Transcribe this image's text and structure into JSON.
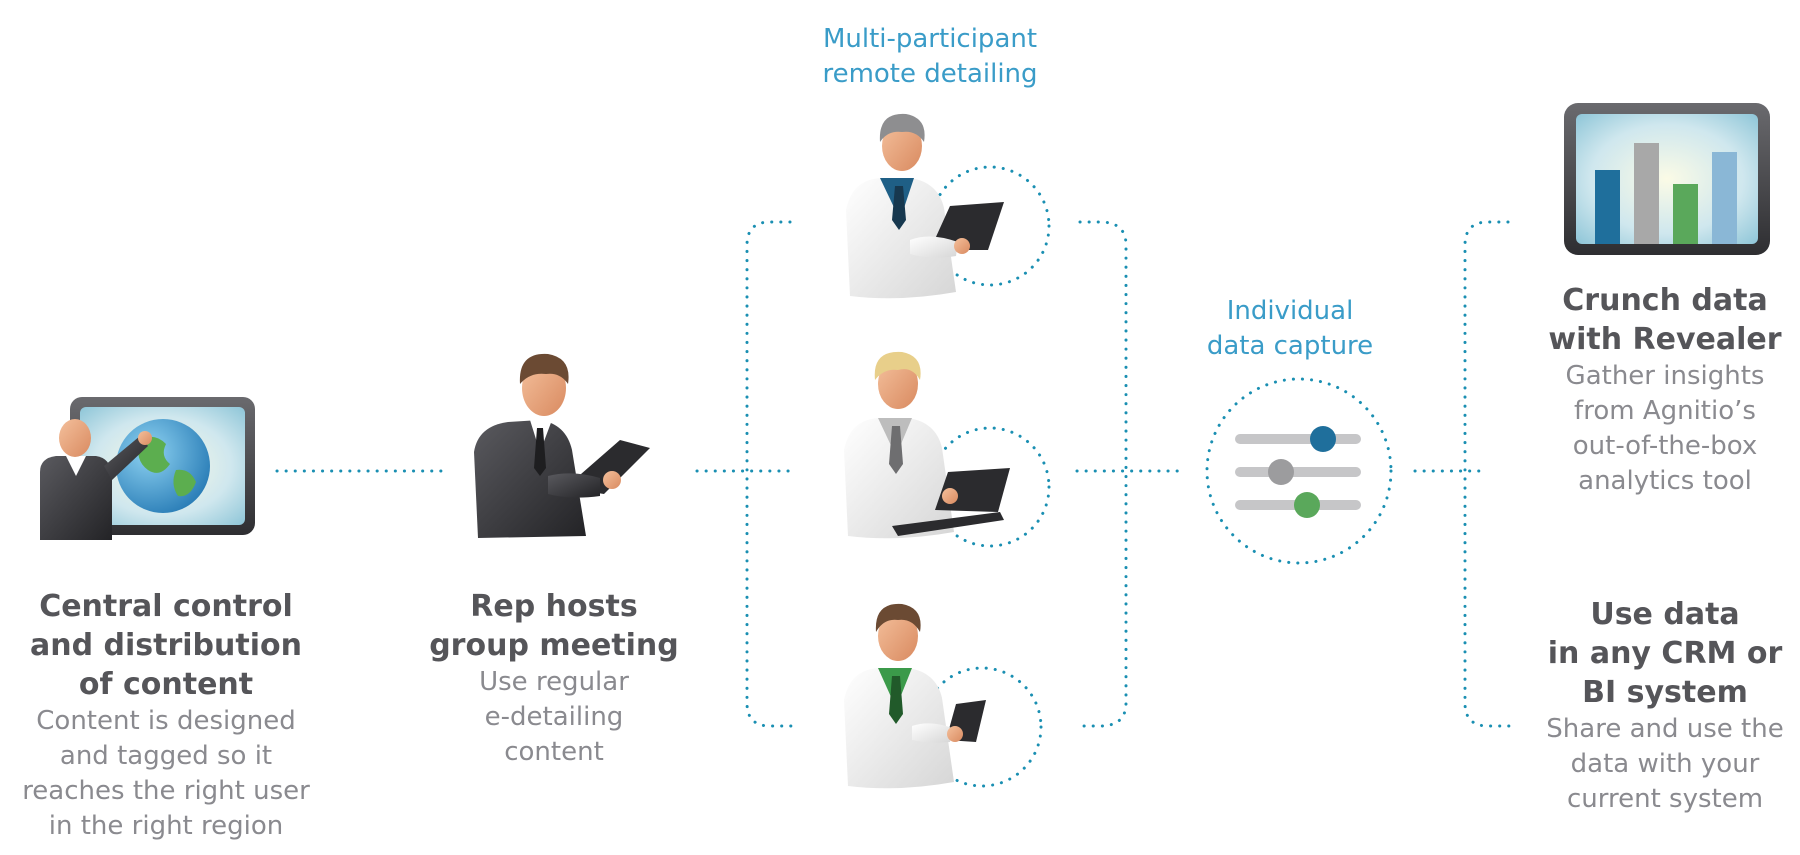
{
  "colors": {
    "accent": "#1a8fb2",
    "label_blue": "#3a9cc8",
    "title_gray": "#555559",
    "desc_gray": "#8a8a8f",
    "suit_dark": "#3b3b3f",
    "coat_white": "#f2f2f2",
    "skin": "#e9a47c",
    "tie_blue": "#1f5f86",
    "tie_green": "#3b9a4a",
    "chart_blue": "#1f6f9c",
    "chart_gray": "#a8a8a8",
    "chart_green": "#5aa85b",
    "chart_lightblue": "#8ab7d6"
  },
  "central": {
    "title_lines": [
      "Central control",
      "and distribution",
      "of content"
    ],
    "desc_lines": [
      "Content is designed",
      "and tagged so it",
      "reaches the right user",
      "in the right region"
    ],
    "icon": "presenter-at-globe-screen-icon"
  },
  "rep": {
    "title_lines": [
      "Rep hosts",
      "group meeting"
    ],
    "desc_lines": [
      "Use regular",
      "e-detailing",
      "content"
    ],
    "icon": "rep-with-tablet-icon"
  },
  "participants": {
    "label_lines": [
      "Multi-participant",
      "remote detailing"
    ],
    "icons": [
      "doctor-with-tablet-icon",
      "doctor-with-laptop-icon",
      "doctor-with-tablet-icon"
    ]
  },
  "capture": {
    "label_lines": [
      "Individual",
      "data capture"
    ],
    "icon": "sliders-icon"
  },
  "revealer": {
    "title_lines": [
      "Crunch data",
      "with Revealer"
    ],
    "desc_lines": [
      "Gather insights",
      "from Agnitio’s",
      "out-of-the-box",
      "analytics tool"
    ],
    "icon": "bar-chart-monitor-icon"
  },
  "crm": {
    "title_lines": [
      "Use data",
      "in any CRM or",
      "BI system"
    ],
    "desc_lines": [
      "Share and use the",
      "data with your",
      "current system"
    ]
  }
}
